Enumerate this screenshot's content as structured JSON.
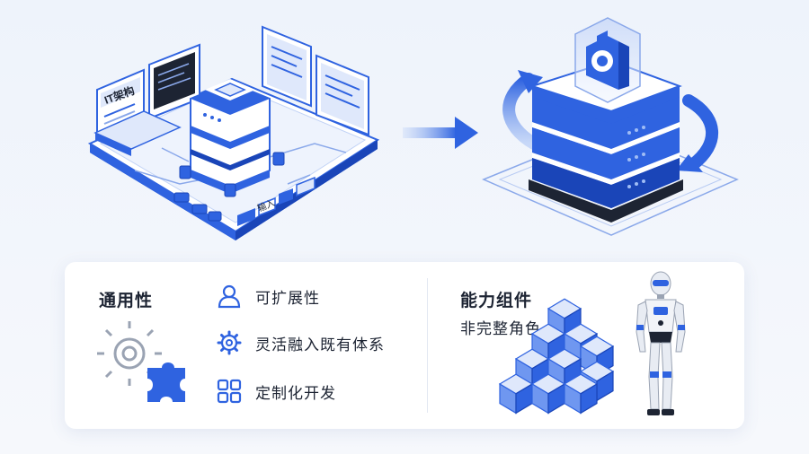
{
  "illustration": {
    "screen_label": "IT架构",
    "input_label": "输入"
  },
  "card": {
    "generality_title": "通用性",
    "features": [
      {
        "icon": "user-icon",
        "label": "可扩展性"
      },
      {
        "icon": "gear-icon",
        "label": "灵活融入既有体系"
      },
      {
        "icon": "grid-icon",
        "label": "定制化开发"
      }
    ],
    "capability_title": "能力组件",
    "capability_subtitle": "非完整角色"
  },
  "colors": {
    "accent": "#2f63e0",
    "accent_light": "#6f97f0",
    "dark": "#1d2433",
    "panel": "#ffffff"
  }
}
